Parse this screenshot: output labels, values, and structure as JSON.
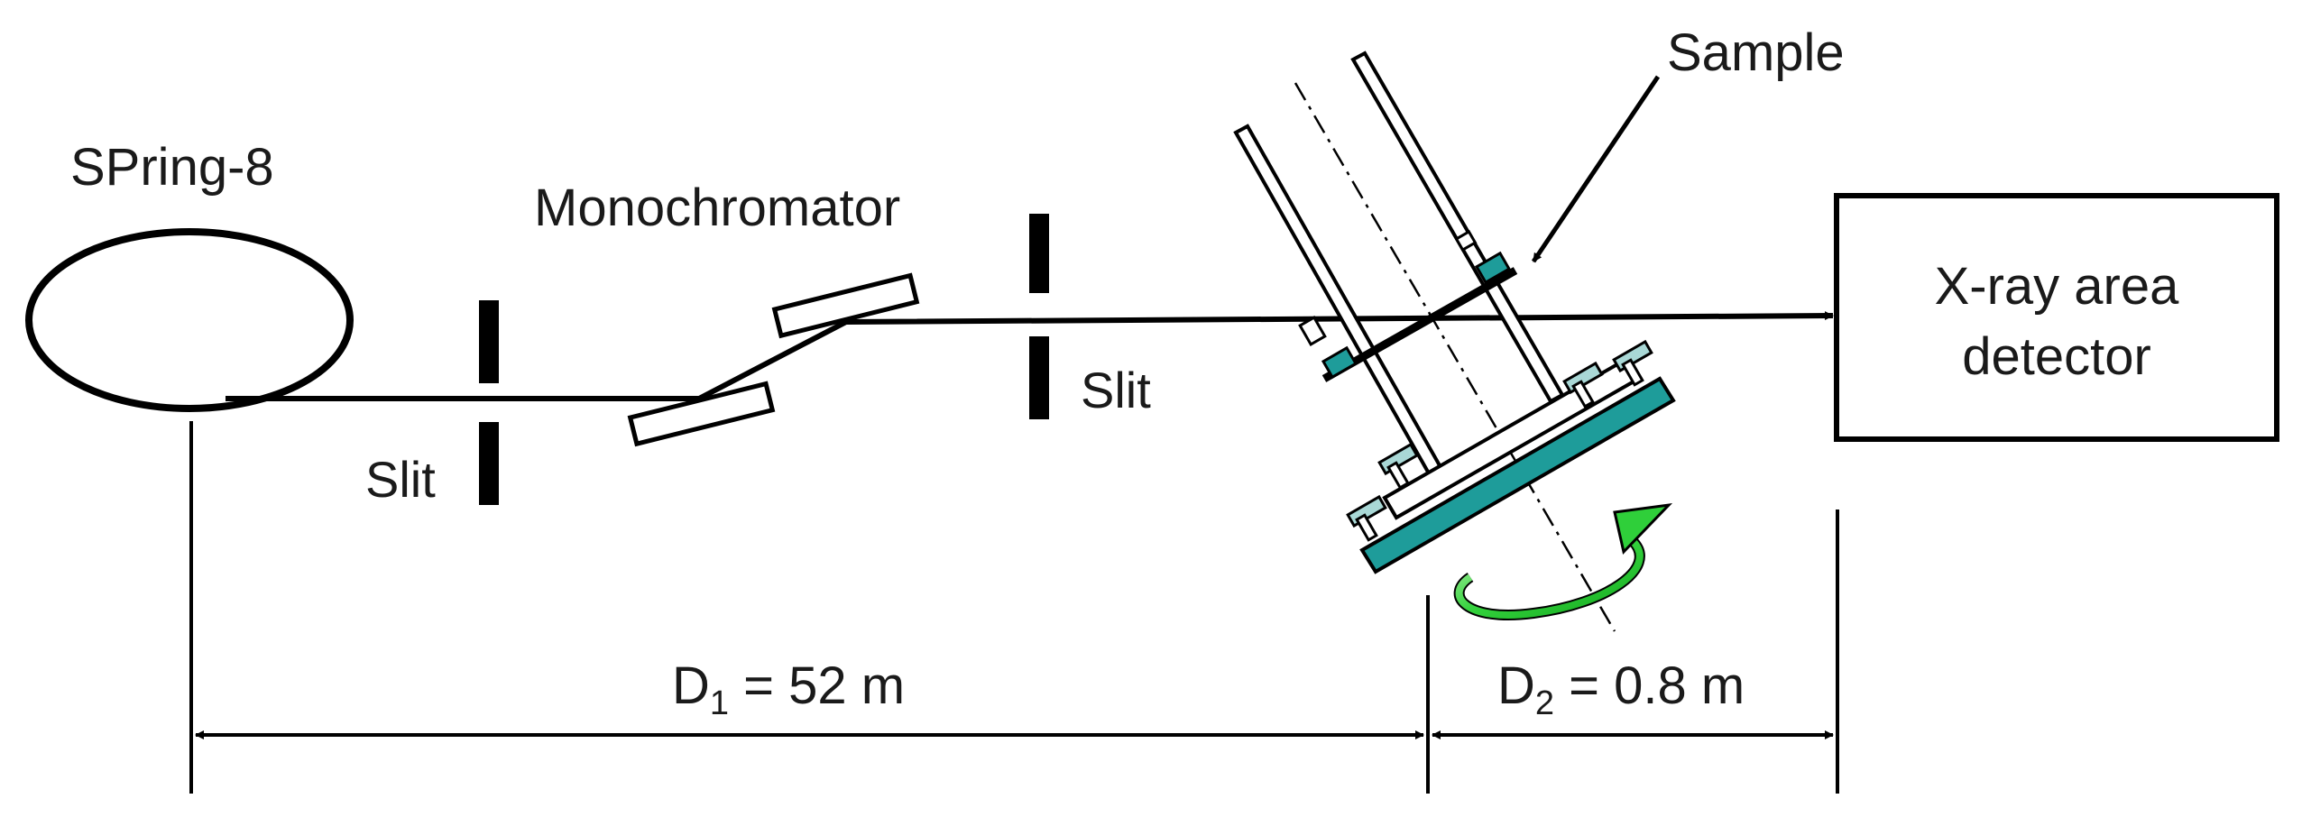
{
  "labels": {
    "source": "SPring-8",
    "monochromator": "Monochromator",
    "slit_1": "Slit",
    "slit_2": "Slit",
    "sample": "Sample",
    "detector_line1": "X-ray area",
    "detector_line2": "detector"
  },
  "distances": {
    "d1": {
      "symbol": "D",
      "subscript": "1",
      "value": " = 52 m"
    },
    "d2": {
      "symbol": "D",
      "subscript": "2",
      "value": " = 0.8 m"
    }
  },
  "colors": {
    "line": "#000000",
    "stage_teal": "#1e9c9a",
    "rotation_arrow": "#2fcf3a"
  }
}
